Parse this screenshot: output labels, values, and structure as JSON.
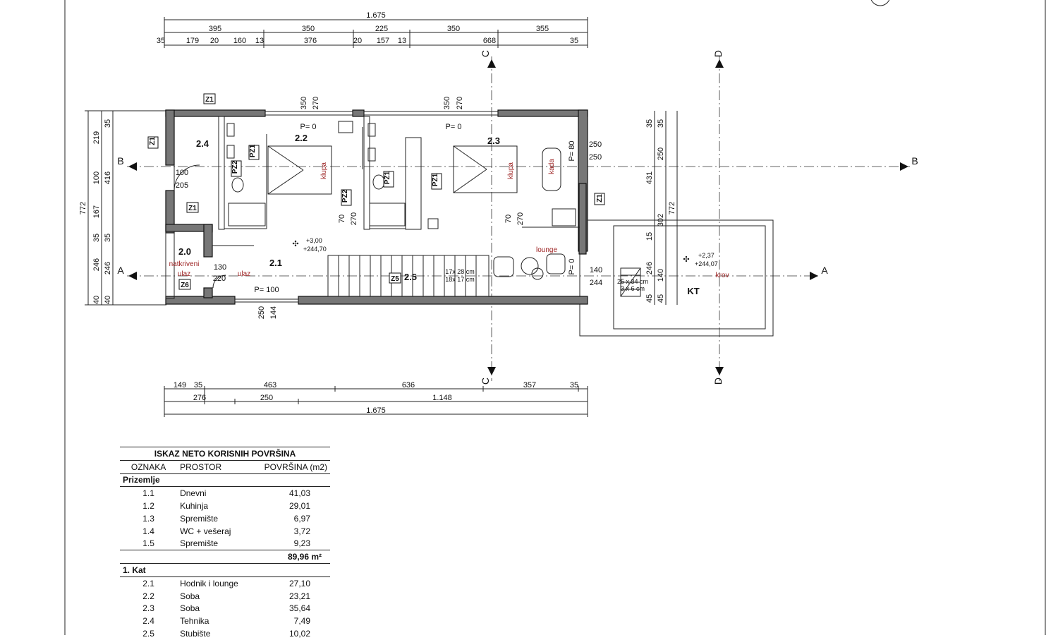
{
  "top_dims": {
    "overall": "1.675",
    "row1": [
      "395",
      "350",
      "225",
      "350",
      "355"
    ],
    "row2": [
      "35",
      "179",
      "20",
      "160",
      "13",
      "376",
      "20",
      "157",
      "13",
      "668",
      "35"
    ]
  },
  "bottom_dims": {
    "row1": [
      "149",
      "35",
      "463",
      "636",
      "357",
      "35"
    ],
    "row2": [
      "276",
      "250",
      "1.148"
    ],
    "overall": "1.675"
  },
  "left_dims": {
    "outer": "772",
    "mid": [
      "219",
      "100",
      "167",
      "35",
      "246",
      "40"
    ],
    "inner": [
      "35",
      "416",
      "35",
      "246",
      "40"
    ]
  },
  "right_dims": {
    "outer": "772",
    "mid": [
      "35",
      "431",
      "302",
      "15",
      "246",
      "45"
    ],
    "inner": [
      "35",
      "250",
      "140",
      "45"
    ]
  },
  "axes": {
    "a": "A",
    "b": "B",
    "c": "C",
    "d": "D"
  },
  "rooms": {
    "r20": "2.0",
    "r21": "2.1",
    "r22": "2.2",
    "r23": "2.3",
    "r24": "2.4",
    "r25": "2.5",
    "kt": "KT"
  },
  "tags": {
    "z1": "Z1",
    "pz1": "PZ1",
    "pz2": "PZ2",
    "z5": "Z5",
    "z6": "Z6"
  },
  "labels": {
    "natkriveni": "natkriveni",
    "ulaz": "ulaz",
    "lounge": "lounge",
    "kada": "kada",
    "klupa": "klupa",
    "krov": "krov",
    "p0": "P= 0",
    "p80": "P= 80",
    "p100": "P= 100",
    "lvl1a": "+3,00",
    "lvl1b": "+244,70",
    "lvl2a": "+2,37",
    "lvl2b": "+244,07",
    "stair1": "17x 28 cm",
    "stair2": "18x 17 cm",
    "roof1": "25 x 34 cm",
    "roof2": "3 x 6 cm"
  },
  "door_dims": {
    "d100": "100",
    "d205": "205",
    "d130": "130",
    "d220": "220",
    "d350": "350",
    "d270": "270",
    "d70": "70",
    "d250": "250",
    "d144": "144",
    "d140": "140",
    "d244": "244"
  },
  "table": {
    "title": "ISKAZ NETO KORISNIH POVRŠINA",
    "headers": [
      "OZNAKA",
      "PROSTOR",
      "POVRŠINA (m2)"
    ],
    "section1": "Prizemlje",
    "rows1": [
      [
        "1.1",
        "Dnevni",
        "41,03"
      ],
      [
        "1.2",
        "Kuhinja",
        "29,01"
      ],
      [
        "1.3",
        "Spremište",
        "6,97"
      ],
      [
        "1.4",
        "WC + vešeraj",
        "3,72"
      ],
      [
        "1.5",
        "Spremište",
        "9,23"
      ]
    ],
    "total1": "89,96 m²",
    "section2": "1. Kat",
    "rows2": [
      [
        "2.1",
        "Hodnik i lounge",
        "27,10"
      ],
      [
        "2.2",
        "Soba",
        "23,21"
      ],
      [
        "2.3",
        "Soba",
        "35,64"
      ],
      [
        "2.4",
        "Tehnika",
        "7,49"
      ],
      [
        "2.5",
        "Stubište",
        "10,02"
      ]
    ]
  }
}
